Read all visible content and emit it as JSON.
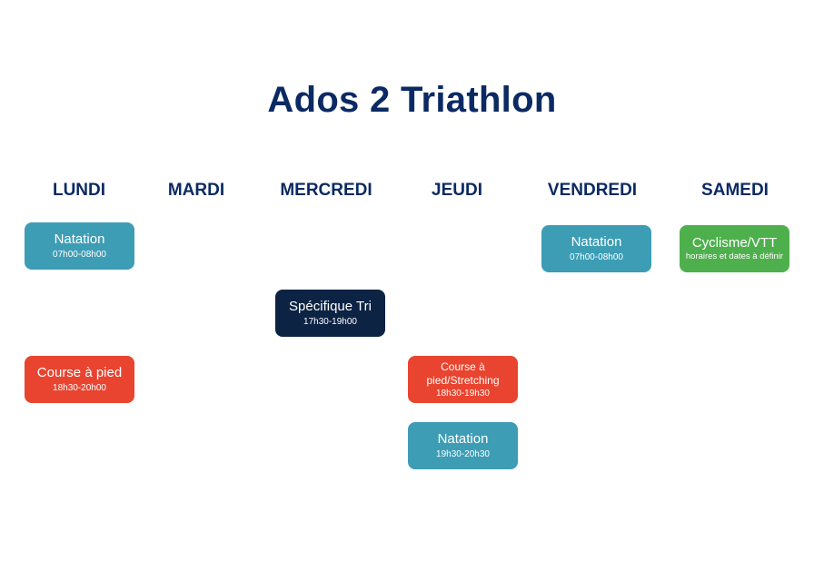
{
  "title": "Ados 2 Triathlon",
  "days": [
    "LUNDI",
    "MARDI",
    "MERCREDI",
    "JEUDI",
    "VENDREDI",
    "SAMEDI"
  ],
  "sessions": [
    {
      "day": "LUNDI",
      "name": "Natation",
      "time": "07h00-08h00",
      "color": "#3d9db5"
    },
    {
      "day": "VENDREDI",
      "name": "Natation",
      "time": "07h00-08h00",
      "color": "#3d9db5"
    },
    {
      "day": "SAMEDI",
      "name": "Cyclisme/VTT",
      "time": "horaires et dates à définir",
      "color": "#4eb04d"
    },
    {
      "day": "MERCREDI",
      "name": "Spécifique Tri",
      "time": "17h30-19h00",
      "color": "#0c2344"
    },
    {
      "day": "LUNDI",
      "name": "Course à pied",
      "time": "18h30-20h00",
      "color": "#e8442f"
    },
    {
      "day": "JEUDI",
      "name": "Course à pied/Stretching",
      "time": "18h30-19h30",
      "color": "#e8442f"
    },
    {
      "day": "JEUDI",
      "name": "Natation",
      "time": "19h30-20h30",
      "color": "#3d9db5"
    }
  ]
}
